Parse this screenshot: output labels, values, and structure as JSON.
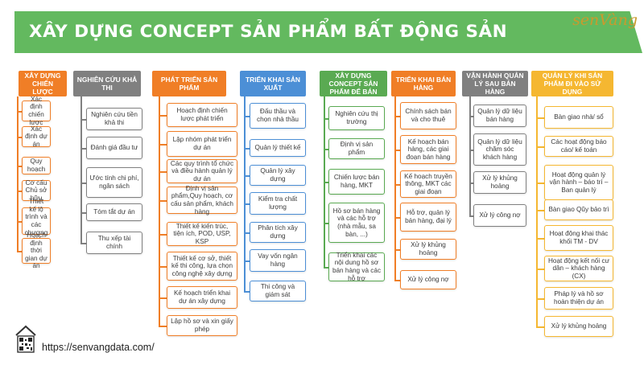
{
  "header": {
    "title": "XÂY DỰNG CONCEPT SẢN PHẨM BẤT ĐỘNG SẢN",
    "logo_text": "senVàng",
    "banner_color": "#63b95f"
  },
  "footer": {
    "url": "https://senvangdata.com/",
    "qr_icon": "qr-code-icon"
  },
  "columns": [
    {
      "title": "XÂY DỰNG CHIẾN LƯỢC",
      "color": "#f07e26",
      "items": [
        "Xác định chiến lược",
        "Xác định dự án",
        "Quy hoạch",
        "Cơ cấu Chủ sở hữu",
        "Thiết kế lộ trình và các chương trình",
        "Hoạch định thời gian dự án"
      ]
    },
    {
      "title": "NGHIÊN CỨU KHẢ THI",
      "color": "#808080",
      "items": [
        "Nghiên cứu tiền khả thi",
        "Đánh giá đầu tư",
        "Ước tính chi phí, ngân sách",
        "Tóm tắt dự án",
        "Thu xếp tài chính"
      ]
    },
    {
      "title": "PHÁT TRIỂN SẢN PHẨM",
      "color": "#f07e26",
      "items": [
        "Hoạch định chiến lược phát triển",
        "Lập nhóm phát triển dự án",
        "Các quy trình tổ chức và điều hành quản lý dự án",
        "Định vị sản phẩm,Quy hoạch, cơ cấu sản phẩm, khách hàng",
        "Thiết kế kiến trúc, tiện ích, POD, USP, KSP",
        "Thiết kế cơ sở, thiết kế thi công, lựa chọn công nghệ xây dựng",
        "Kế hoạch triển khai dự án xây dựng",
        "Lập hồ sơ và xin giấy phép"
      ]
    },
    {
      "title": "TRIỂN KHAI SẢN XUẤT",
      "color": "#4c8fd6",
      "items": [
        "Đấu thầu và chọn nhà thầu",
        "Quản lý thiết kế",
        "Quản lý xây dựng",
        "Kiểm tra chất lượng",
        "Phân tích xây dựng",
        "Vay vốn ngân hàng",
        "Thi công và giám sát"
      ]
    },
    {
      "title": "XÂY DỰNG CONCEPT SẢN PHẨM ĐỂ BÁN",
      "color": "#5aaa52",
      "items": [
        "Nghiên cứu thị trường",
        "Định vị sản phẩm",
        "Chiến lược bán hàng, MKT",
        "Hồ sơ bán hàng và các hỗ trợ (nhà mẫu, sa bàn, ...)",
        "Triển khai các nội dung hồ sơ bán hàng và các hỗ trợ"
      ]
    },
    {
      "title": "TRIỂN KHAI BÁN HÀNG",
      "color": "#f07e26",
      "items": [
        "Chính sách bán và cho thuê",
        "Kế hoạch bán hàng, các giai đoạn bán hàng",
        "Kế hoạch truyền thông, MKT các giai đoạn",
        "Hỗ trợ, quản lý bán hàng, đại lý",
        "Xử lý khủng hoảng",
        "Xử lý công nợ"
      ]
    },
    {
      "title": "VẬN HÀNH QUẢN LÝ SAU BÁN HÀNG",
      "color": "#808080",
      "items": [
        "Quản lý dữ liệu bán hàng",
        "Quản lý dữ liệu chăm sóc khách hàng",
        "Xử lý khủng hoảng",
        "Xử lý công nợ"
      ]
    },
    {
      "title": "QUẢN LÝ KHI SẢN PHẨM ĐI VÀO SỬ DỤNG",
      "color": "#f5b731",
      "items": [
        "Bàn giao nhà/ sổ",
        "Các hoạt động báo cáo/ kế toán",
        "Hoạt động quản lý vận hành – báo trí – Ban quản lý",
        "Bàn giao Qũy bảo trì",
        "Hoạt động khai thác khối TM - DV",
        "Hoạt động kết nối cư dân – khách hàng (CX)",
        "Pháp lý và hồ sơ hoàn thiện dự án",
        "Xử lý khủng hoảng"
      ]
    }
  ]
}
